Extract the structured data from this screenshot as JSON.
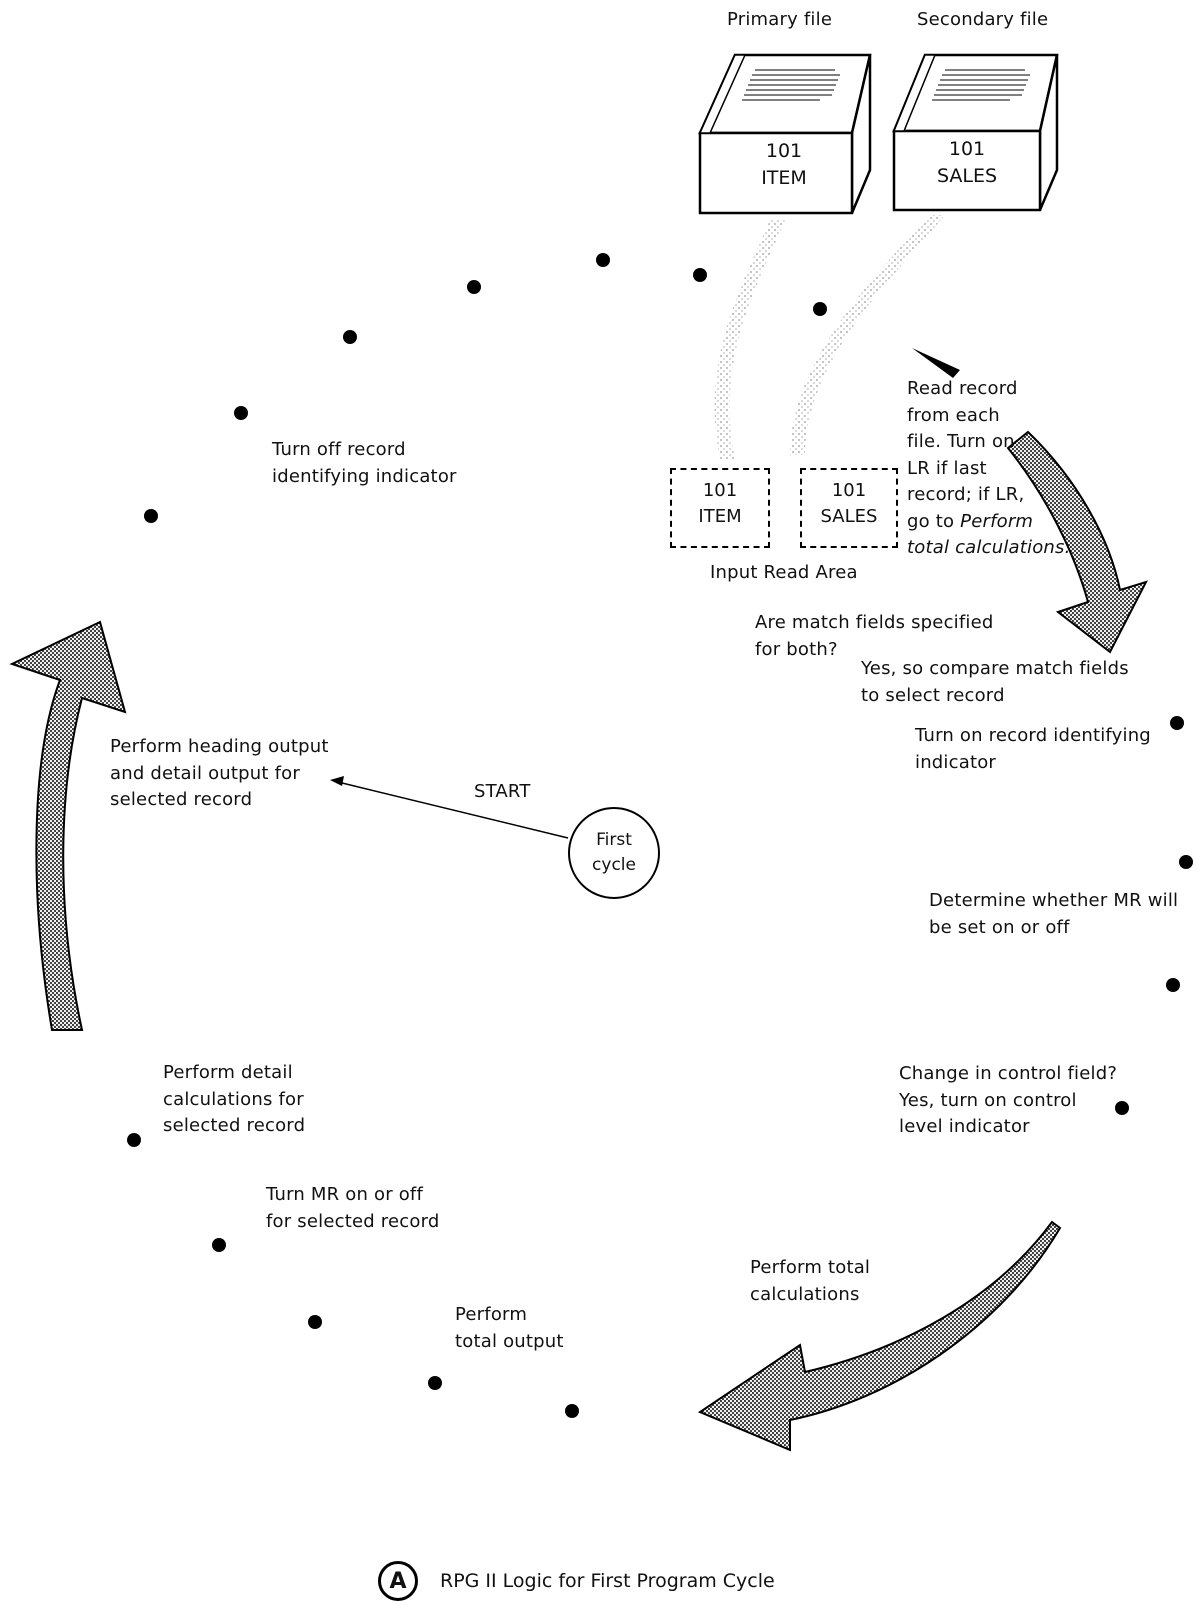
{
  "files": {
    "primary": {
      "heading": "Primary file",
      "content": "101\nITEM"
    },
    "secondary": {
      "heading": "Secondary file",
      "content": "101\nSALES"
    }
  },
  "input_read_area": {
    "label": "Input Read Area",
    "item": "101\nITEM",
    "sales": "101\nSALES"
  },
  "steps": {
    "read_record": "Read record\nfrom each\nfile.  Turn on\nLR if last\nrecord; if LR,\ngo to ",
    "read_record_italic": "Perform\ntotal calculations.",
    "match_fields_question": "Are match fields specified\nfor both?",
    "match_fields_answer": "Yes, so compare match fields\nto select record",
    "turn_on_indicator": "Turn on record identifying\nindicator",
    "determine_mr": "Determine whether MR will\nbe set on or off",
    "control_field": "Change in control field?\nYes, turn on control\nlevel indicator",
    "total_calculations": "Perform total\ncalculations",
    "total_output": "Perform\ntotal output",
    "turn_mr": "Turn MR on or off\nfor selected record",
    "detail_calculations": "Perform detail\ncalculations for\nselected record",
    "heading_output": "Perform heading output\nand detail output for\nselected record",
    "turn_off_indicator": "Turn off record\nidentifying indicator"
  },
  "start": {
    "label": "START",
    "circle": "First\ncycle"
  },
  "caption": {
    "badge": "A",
    "text": "RPG II Logic for First Program Cycle"
  }
}
